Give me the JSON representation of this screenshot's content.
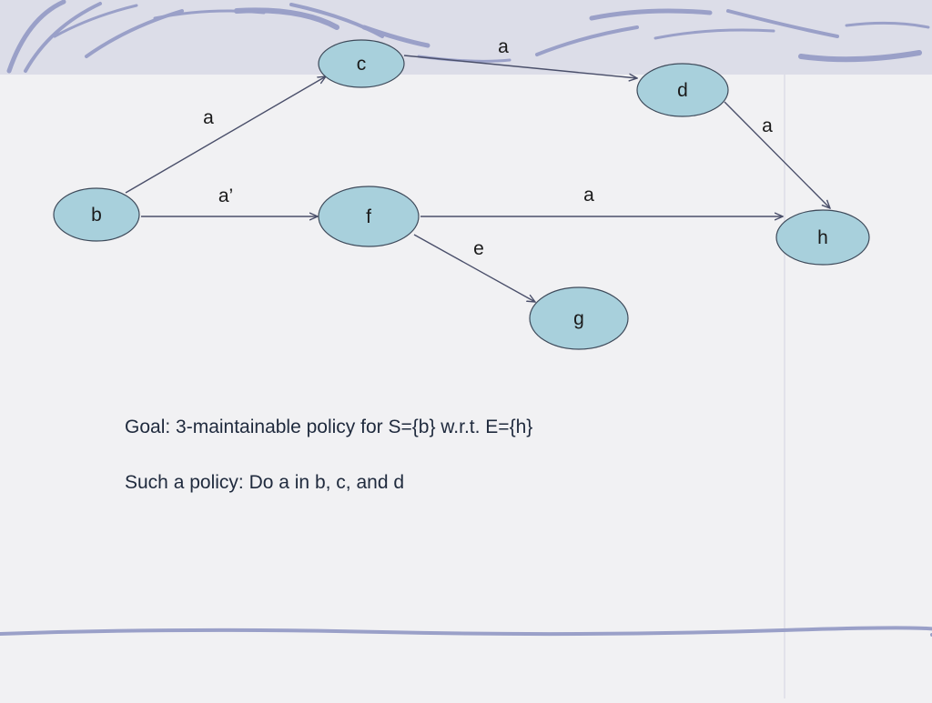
{
  "colors": {
    "background": "#f1f1f3",
    "header_band": "#dcdde8",
    "brush_stroke": "#9aa0c8",
    "node_fill": "#a8d0dc",
    "node_stroke": "#3e4a5a",
    "edge": "#4a4f6a"
  },
  "diagram": {
    "nodes": [
      {
        "id": "b",
        "label": "b"
      },
      {
        "id": "c",
        "label": "c"
      },
      {
        "id": "d",
        "label": "d"
      },
      {
        "id": "f",
        "label": "f"
      },
      {
        "id": "g",
        "label": "g"
      },
      {
        "id": "h",
        "label": "h"
      }
    ],
    "edges": [
      {
        "from": "b",
        "to": "c",
        "label": "a"
      },
      {
        "from": "b",
        "to": "f",
        "label": "a’"
      },
      {
        "from": "c",
        "to": "d",
        "label": "a"
      },
      {
        "from": "d",
        "to": "h",
        "label": "a"
      },
      {
        "from": "f",
        "to": "h",
        "label": "a"
      },
      {
        "from": "f",
        "to": "g",
        "label": "e"
      }
    ]
  },
  "text": {
    "goal": "Goal: 3-maintainable policy for S={b} w.r.t. E={h}",
    "policy": "Such a policy: Do a in b, c, and d"
  }
}
